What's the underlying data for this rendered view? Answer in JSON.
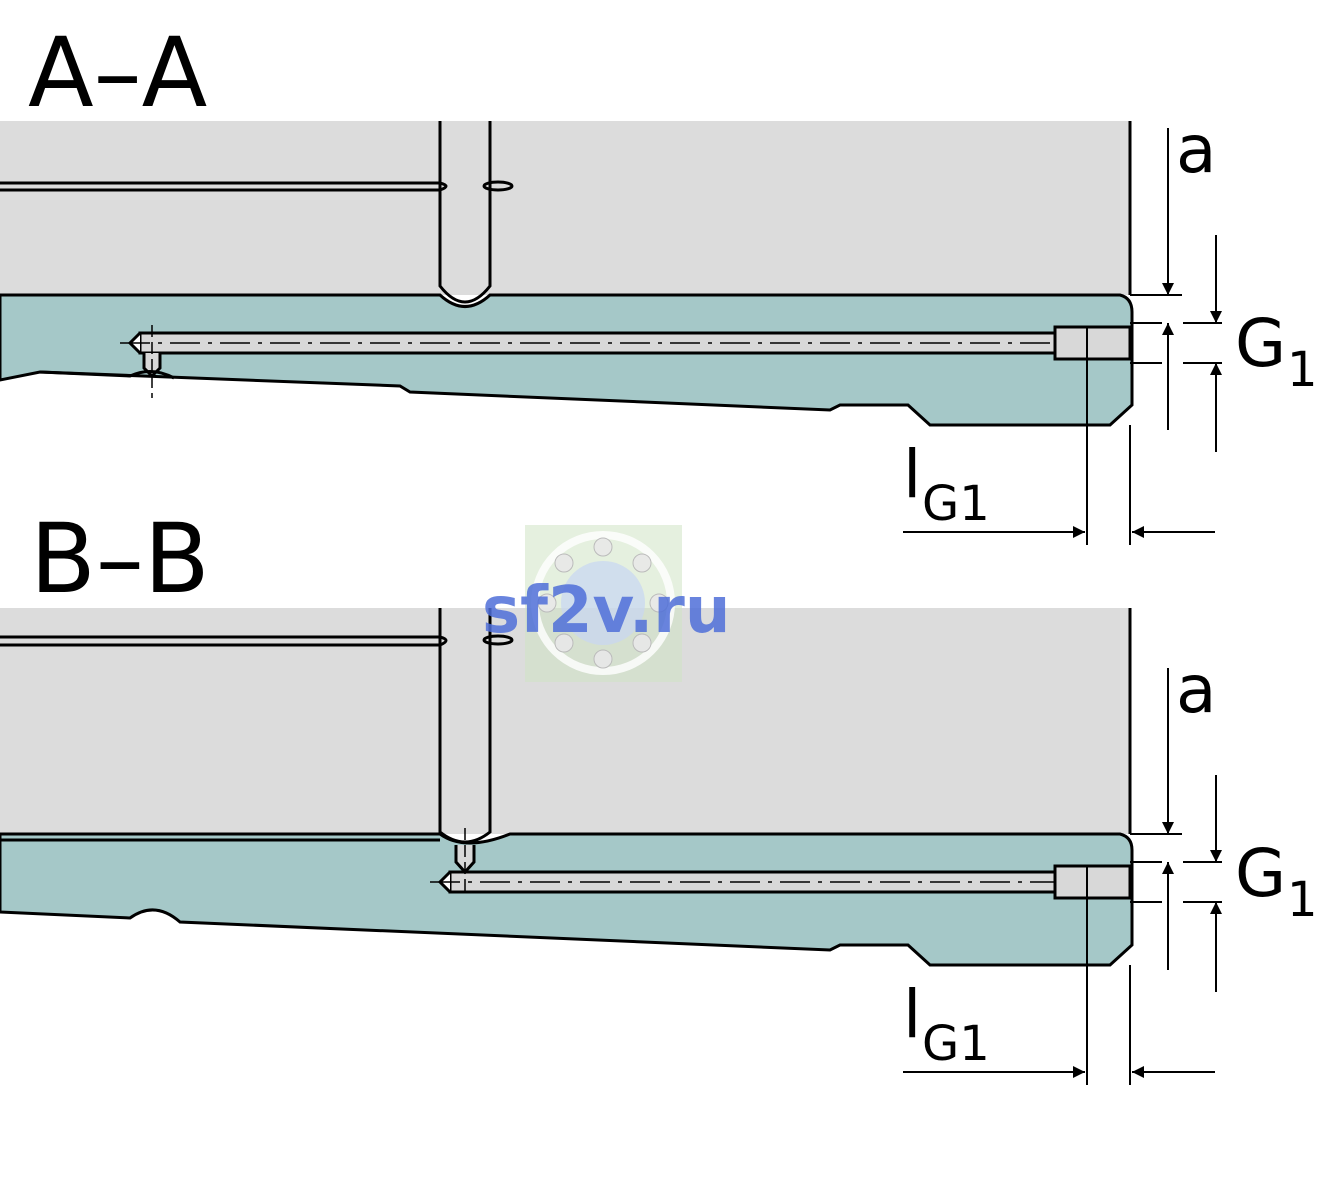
{
  "sections": [
    {
      "id": "aa",
      "title": "A–A",
      "labels": {
        "a": "a",
        "g": "G",
        "g_sub": "1",
        "lg": "l",
        "lg_sub": "G1"
      }
    },
    {
      "id": "bb",
      "title": "B–B",
      "labels": {
        "a": "a",
        "g": "G",
        "g_sub": "1",
        "lg": "l",
        "lg_sub": "G1"
      }
    }
  ],
  "watermark": {
    "text": "sf2v.ru"
  },
  "colors": {
    "housing": "#dcdcdc",
    "carriage": "#a5c8c8",
    "bore": "#d8d8d8",
    "line": "#000000"
  }
}
